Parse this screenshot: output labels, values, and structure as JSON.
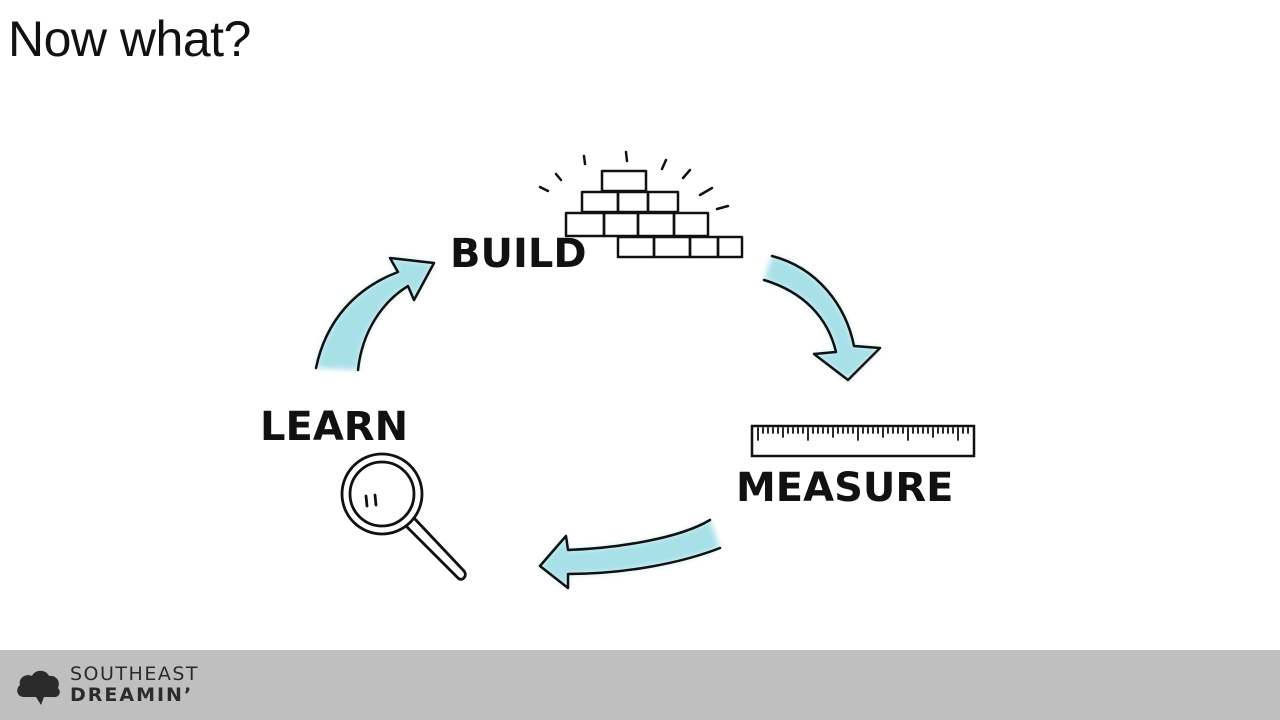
{
  "slide": {
    "title": "Now what?"
  },
  "diagram": {
    "stages": [
      {
        "id": "build",
        "label": "BUILD",
        "icon": "brick-wall-icon"
      },
      {
        "id": "measure",
        "label": "MEASURE",
        "icon": "ruler-icon"
      },
      {
        "id": "learn",
        "label": "LEARN",
        "icon": "magnifying-glass-icon"
      }
    ],
    "arrow_color": "#9fdde6",
    "ink_color": "#111111"
  },
  "footer": {
    "logo_line1": "SOUTHEAST",
    "logo_line2": "DREAMIN’",
    "background": "#bfbfbf"
  }
}
